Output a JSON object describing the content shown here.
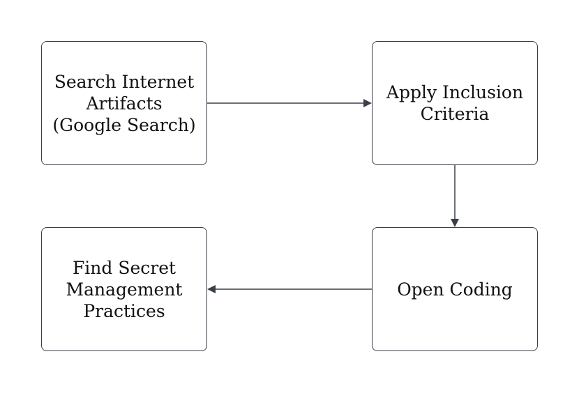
{
  "diagram": {
    "nodes": [
      {
        "id": "search",
        "label": "Search Internet\nArtifacts\n(Google Search)"
      },
      {
        "id": "apply",
        "label": "Apply Inclusion\nCriteria"
      },
      {
        "id": "open",
        "label": "Open Coding"
      },
      {
        "id": "find",
        "label": "Find Secret\nManagement\nPractices"
      }
    ],
    "edges": [
      {
        "from": "search",
        "to": "apply"
      },
      {
        "from": "apply",
        "to": "open"
      },
      {
        "from": "open",
        "to": "find"
      }
    ],
    "colors": {
      "stroke": "#3a3f47",
      "text": "#111111",
      "background": "#ffffff"
    }
  }
}
